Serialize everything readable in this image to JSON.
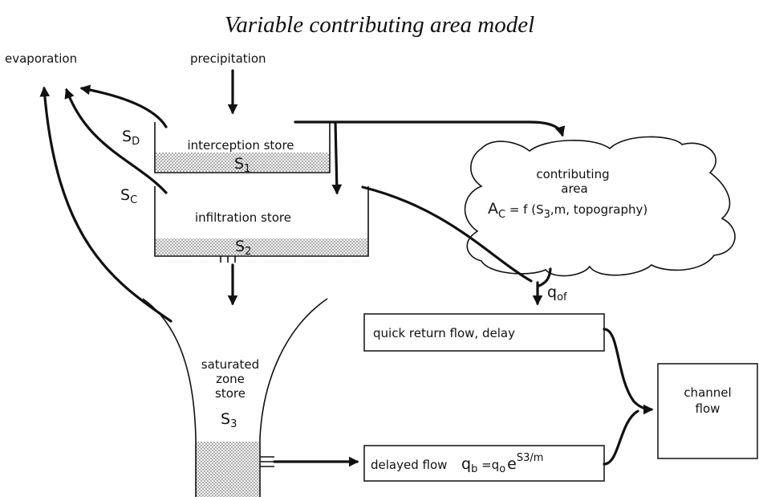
{
  "title": "Variable contributing area model",
  "labels": {
    "evaporation": "evaporation",
    "precipitation": "precipitation",
    "interception_store": "interception store",
    "infiltration_store": "infiltration store",
    "saturated_zone_line1": "saturated",
    "saturated_zone_line2": "zone",
    "saturated_zone_line3": "store",
    "contributing_line1": "contributing",
    "contributing_line2": "area",
    "quick_return_flow": "quick return flow, delay",
    "delayed_flow": "delayed flow",
    "channel_flow_line1": "channel",
    "channel_flow_line2": "flow"
  },
  "symbols": {
    "s1": "S",
    "s1_sub": "1",
    "s2": "S",
    "s2_sub": "2",
    "s3": "S",
    "s3_sub": "3",
    "sd": "S",
    "sd_sub": "D",
    "sc": "S",
    "sc_sub": "C",
    "qof": "q",
    "qof_sub": "of",
    "ac_a": "A",
    "ac_sub": "C",
    "ac_formula_pre": " = f (S",
    "ac_formula_sub": "3",
    "ac_formula_post": ",m, topography)",
    "qb": "q",
    "qb_sub": "b",
    "qb_eq": " =q",
    "qb_sub0": "o",
    "qb_e": "e",
    "qb_exp": "S3/m"
  }
}
